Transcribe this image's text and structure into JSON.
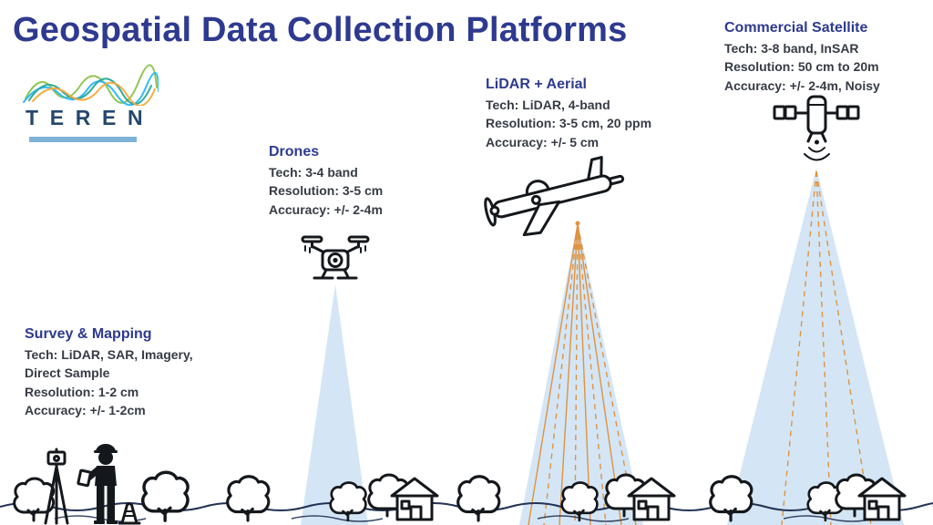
{
  "title": "Geospatial Data Collection Platforms",
  "logo": {
    "text": "TEREN"
  },
  "platforms": [
    {
      "name": "Survey & Mapping",
      "tech": "Tech: LiDAR, SAR, Imagery, Direct Sample",
      "resolution": "Resolution: 1-2 cm",
      "accuracy": "Accuracy: +/- 1-2cm",
      "icon": "surveyor-icon"
    },
    {
      "name": "Drones",
      "tech": "Tech: 3-4 band",
      "resolution": "Resolution: 3-5 cm",
      "accuracy": "Accuracy: +/- 2-4m",
      "icon": "drone-icon"
    },
    {
      "name": "LiDAR + Aerial",
      "tech": "Tech: LiDAR, 4-band",
      "resolution": "Resolution: 3-5 cm, 20 ppm",
      "accuracy": "Accuracy: +/- 5 cm",
      "icon": "airplane-icon"
    },
    {
      "name": "Commercial Satellite",
      "tech": "Tech: 3-8 band, InSAR",
      "resolution": "Resolution: 50 cm to 20m",
      "accuracy": "Accuracy: +/- 2-4m, Noisy",
      "icon": "satellite-icon"
    }
  ],
  "colors": {
    "title": "#2e3a8f",
    "heading": "#2e3a8f",
    "body": "#363b45",
    "beam": "#cfe3f4",
    "scan": "#e0923f",
    "outline": "#14181c",
    "underline": "#7fb2d9",
    "ground": "#233354",
    "logotext": "#25476e"
  }
}
